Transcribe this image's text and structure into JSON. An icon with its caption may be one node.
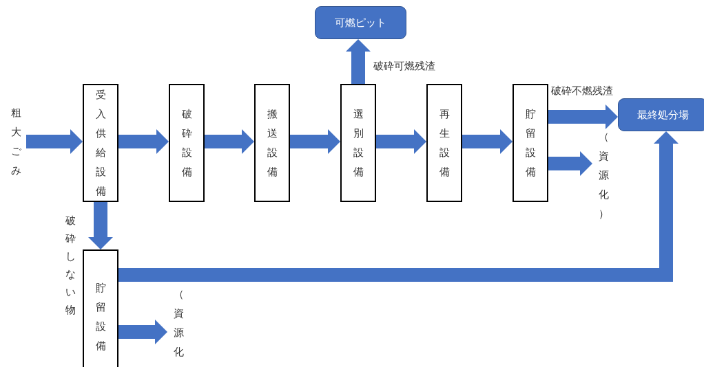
{
  "diagram": {
    "nodes": [
      {
        "text": [
          "粗大ごみ"
        ]
      },
      {
        "text": [
          "受入供給設備"
        ]
      },
      {
        "text": [
          "破砕設備"
        ]
      },
      {
        "text": [
          "搬送設備"
        ]
      },
      {
        "text": [
          "選別設備"
        ]
      },
      {
        "text": [
          "再生設備"
        ]
      },
      {
        "text": [
          "貯留設備"
        ]
      },
      {
        "text": [
          "可燃ピット"
        ]
      },
      {
        "text": [
          "最終処分場"
        ]
      },
      {
        "text": [
          "（資源化）"
        ]
      },
      {
        "text": [
          "貯留設備"
        ]
      },
      {
        "text": [
          "（資源化）"
        ]
      }
    ],
    "edges": [
      {
        "from": 0,
        "to": 1,
        "arrow": "to"
      },
      {
        "from": 1,
        "to": 2,
        "arrow": "to"
      },
      {
        "from": 2,
        "to": 3,
        "arrow": "to"
      },
      {
        "from": 3,
        "to": 4,
        "arrow": "to"
      },
      {
        "from": 4,
        "to": 5,
        "arrow": "to"
      },
      {
        "from": 5,
        "to": 6,
        "arrow": "to"
      },
      {
        "from": 4,
        "to": 7,
        "arrow": "to",
        "label": "破砕可燃残渣"
      },
      {
        "from": 6,
        "to": 8,
        "arrow": "to",
        "label": "破砕不燃残渣"
      },
      {
        "from": 6,
        "to": 9,
        "arrow": "to"
      },
      {
        "from": 1,
        "to": 10,
        "arrow": "to",
        "label": "破砕しない物"
      },
      {
        "from": 10,
        "to": 8,
        "arrow": "to"
      },
      {
        "from": 10,
        "to": 11,
        "arrow": "to"
      }
    ]
  }
}
